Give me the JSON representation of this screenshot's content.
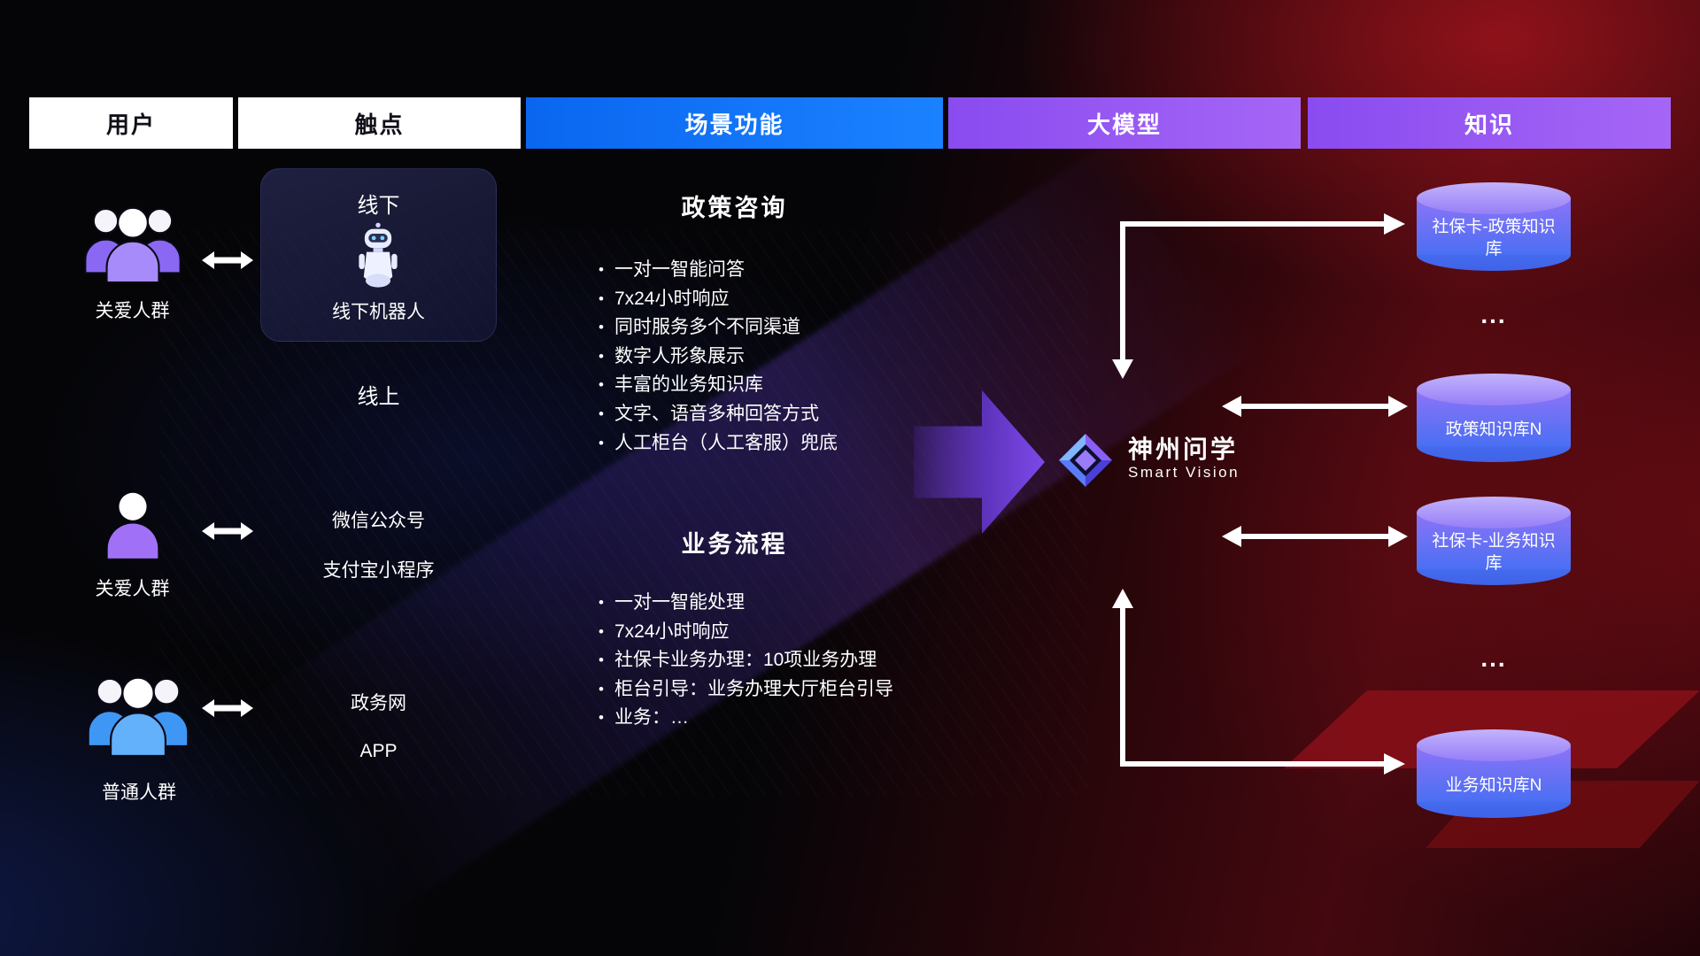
{
  "header": {
    "col1": "用户",
    "col2": "触点",
    "col3": "场景功能",
    "col4": "大模型",
    "col5": "知识"
  },
  "users": {
    "group1": "关爱人群",
    "group2": "关爱人群",
    "group3": "普通人群"
  },
  "touchpoints": {
    "offline": "线下",
    "robot": "线下机器人",
    "online": "线上",
    "wechat": "微信公众号",
    "alipay": "支付宝小程序",
    "gov": "政务网",
    "app": "APP"
  },
  "functions": {
    "policy": {
      "title": "政策咨询",
      "items": [
        "一对一智能问答",
        "7x24小时响应",
        "同时服务多个不同渠道",
        "数字人形象展示",
        "丰富的业务知识库",
        "文字、语音多种回答方式",
        "人工柜台（人工客服）兜底"
      ]
    },
    "business": {
      "title": "业务流程",
      "items": [
        "一对一智能处理",
        "7x24小时响应",
        "社保卡业务办理：10项业务办理",
        "柜台引导：业务办理大厅柜台引导",
        "业务：…"
      ]
    }
  },
  "model": {
    "name": "神州问学",
    "subtitle": "Smart Vision"
  },
  "knowledge": {
    "cyl1": "社保卡-政策知识库",
    "cyl2": "政策知识库N",
    "cyl3": "社保卡-业务知识库",
    "cyl4": "业务知识库N",
    "ellipsis": "..."
  },
  "colors": {
    "accent_blue": "#0b6ef6",
    "accent_purple": "#9455f4",
    "cylinder_top": "#b7a4fb",
    "cylinder_bottom": "#466ff2",
    "background_red": "#8f1118",
    "background_navy": "#10204f"
  }
}
